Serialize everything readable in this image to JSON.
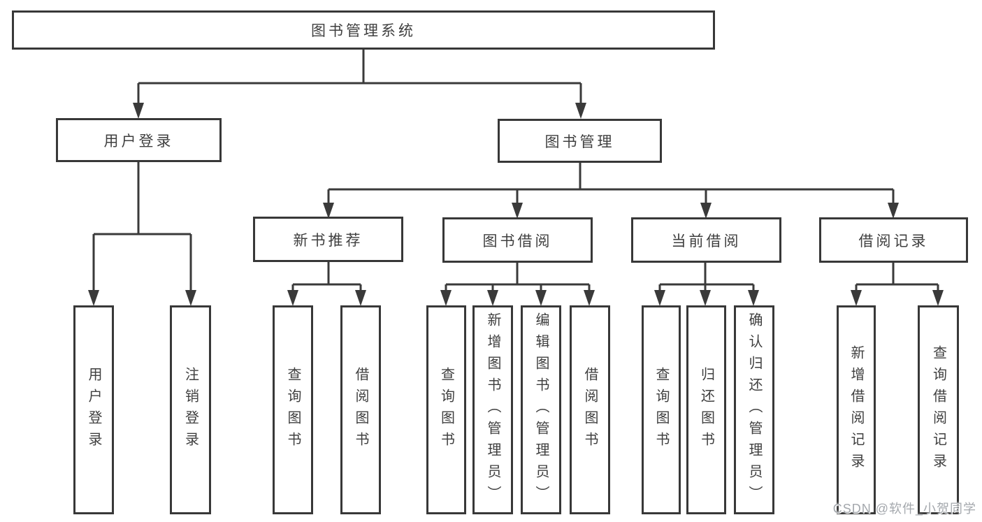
{
  "colors": {
    "line": "#3a3a3a",
    "box_border": "#383838",
    "text": "#3f3f3f",
    "background": "#ffffff",
    "watermark": "#a4a8ad"
  },
  "watermark": {
    "text": "CSDN @软件_小贺同学"
  },
  "tree": {
    "label": "图书管理系统",
    "children": [
      {
        "label": "用户登录",
        "children": [
          {
            "label": "用户登录"
          },
          {
            "label": "注销登录"
          }
        ]
      },
      {
        "label": "图书管理",
        "children": [
          {
            "label": "新书推荐",
            "children": [
              {
                "label": "查询图书"
              },
              {
                "label": "借阅图书"
              }
            ]
          },
          {
            "label": "图书借阅",
            "children": [
              {
                "label": "查询图书"
              },
              {
                "label": "新增图书（管理员）"
              },
              {
                "label": "编辑图书（管理员）"
              },
              {
                "label": "借阅图书"
              }
            ]
          },
          {
            "label": "当前借阅",
            "children": [
              {
                "label": "查询图书"
              },
              {
                "label": "归还图书"
              },
              {
                "label": "确认归还（管理员）"
              }
            ]
          },
          {
            "label": "借阅记录",
            "children": [
              {
                "label": "新增借阅记录"
              },
              {
                "label": "查询借阅记录"
              }
            ]
          }
        ]
      }
    ]
  }
}
